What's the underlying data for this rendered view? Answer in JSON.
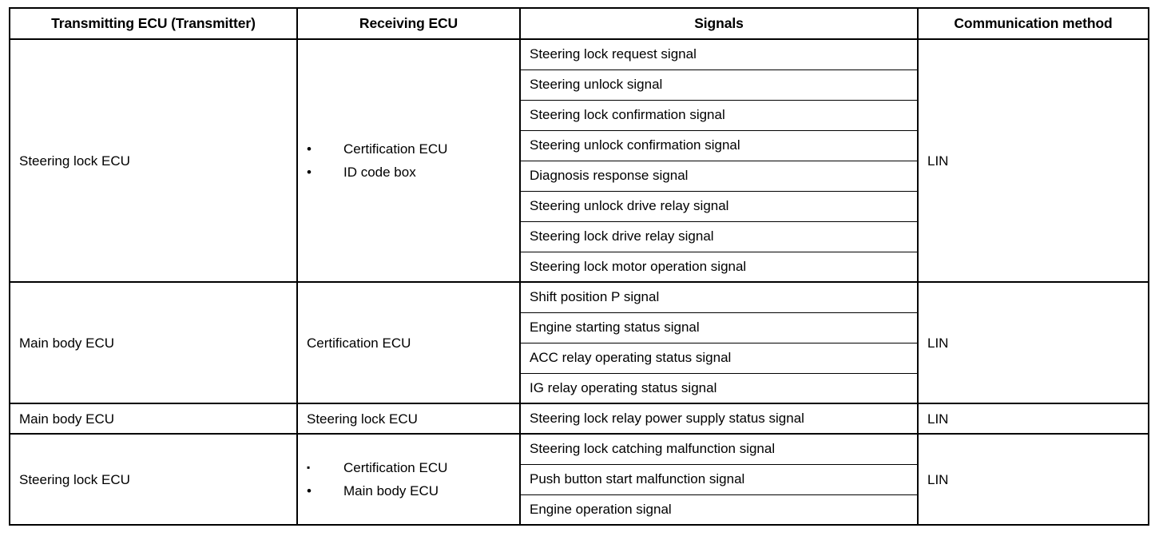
{
  "table": {
    "headers": [
      {
        "label": "Transmitting ECU (Transmitter)",
        "name": "transmitting-ecu"
      },
      {
        "label": "Receiving ECU",
        "name": "receiving-ecu"
      },
      {
        "label": "Signals",
        "name": "signals"
      },
      {
        "label": "Communication method",
        "name": "communication-method"
      }
    ],
    "groups": [
      {
        "transmitter": "Steering lock ECU",
        "receivers": [
          {
            "marker": "•",
            "marker_style": "dot",
            "label": "Certification ECU"
          },
          {
            "marker": "•",
            "marker_style": "dot",
            "label": "ID code box"
          }
        ],
        "receiver_plain": "",
        "signals": [
          "Steering lock request signal",
          "Steering unlock signal",
          "Steering lock confirmation signal",
          "Steering unlock confirmation signal",
          "Diagnosis response signal",
          "Steering unlock drive relay signal",
          "Steering lock drive relay signal",
          "Steering lock motor operation signal"
        ],
        "communication": "LIN"
      },
      {
        "transmitter": "Main body ECU",
        "receivers": [],
        "receiver_plain": "Certification ECU",
        "signals": [
          "Shift position P signal",
          "Engine starting status signal",
          "ACC relay operating status signal",
          "IG relay operating status signal"
        ],
        "communication": "LIN"
      },
      {
        "transmitter": "Main body ECU",
        "receivers": [],
        "receiver_plain": "Steering lock ECU",
        "signals": [
          "Steering lock relay power supply status signal"
        ],
        "communication": "LIN"
      },
      {
        "transmitter": "Steering lock ECU",
        "receivers": [
          {
            "marker": "▪",
            "marker_style": "square",
            "label": "Certification ECU"
          },
          {
            "marker": "•",
            "marker_style": "dot",
            "label": "Main body ECU"
          }
        ],
        "receiver_plain": "",
        "signals": [
          "Steering lock catching malfunction signal",
          "Push button start malfunction signal",
          "Engine operation signal"
        ],
        "communication": "LIN"
      }
    ]
  }
}
